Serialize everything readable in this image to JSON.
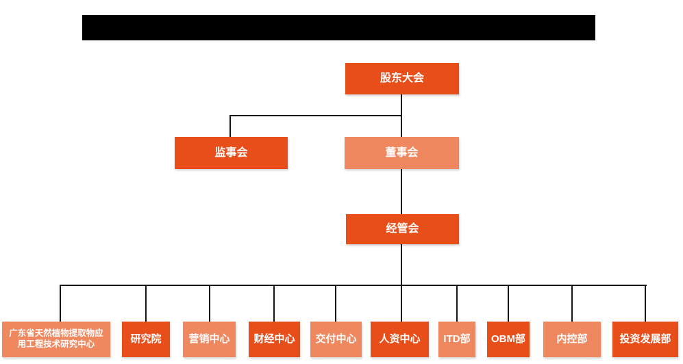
{
  "title_bar": {
    "type": "redacted-black-bar",
    "color": "#000000"
  },
  "colors": {
    "primary": "#E84E1A",
    "secondary": "#EF875F",
    "connector": "#141414",
    "background": "#FFFFFF",
    "node_text": "#FFFFFF"
  },
  "org_chart": {
    "type": "org-tree",
    "root": {
      "label": "股东大会",
      "variant": "primary"
    },
    "level2": [
      {
        "label": "监事会",
        "variant": "primary"
      },
      {
        "label": "董事会",
        "variant": "secondary"
      }
    ],
    "level3": {
      "label": "经管会",
      "variant": "primary"
    },
    "departments": [
      {
        "label": "广东省天然植物提取物应\n用工程技术研究中心",
        "variant": "secondary"
      },
      {
        "label": "研究院",
        "variant": "primary"
      },
      {
        "label": "营销中心",
        "variant": "secondary"
      },
      {
        "label": "财经中心",
        "variant": "primary"
      },
      {
        "label": "交付中心",
        "variant": "secondary"
      },
      {
        "label": "人资中心",
        "variant": "primary"
      },
      {
        "label": "ITD部",
        "variant": "secondary"
      },
      {
        "label": "OBM部",
        "variant": "primary"
      },
      {
        "label": "内控部",
        "variant": "secondary"
      },
      {
        "label": "投资发展部",
        "variant": "primary"
      }
    ]
  }
}
